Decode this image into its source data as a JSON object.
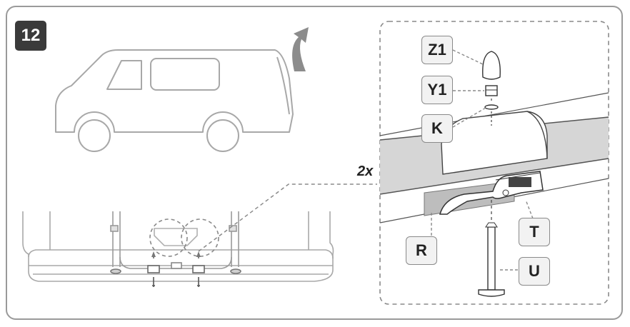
{
  "step_number": "12",
  "quantity_label": "2x",
  "parts": {
    "z1": "Z1",
    "y1": "Y1",
    "k": "K",
    "t": "T",
    "r": "R",
    "u": "U"
  },
  "colors": {
    "frame": "#9a9a9a",
    "badge": "#3a3a3a",
    "arrow": "#8c8c8c",
    "bar": "#d6d6d6",
    "line": "#7a7a7a"
  }
}
